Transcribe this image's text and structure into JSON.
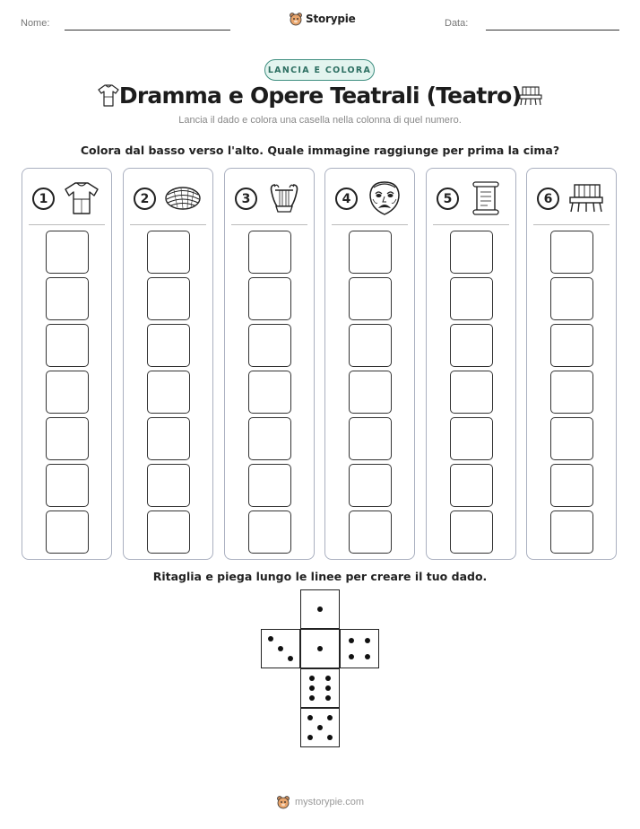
{
  "header": {
    "name_label": "Nome:",
    "date_label": "Data:",
    "brand": "Storypie"
  },
  "badge": "LANCIA E COLORA",
  "title": "Dramma e Opere Teatrali (Teatro)",
  "subtitle": "Lancia il dado e colora una casella nella colonna di quel numero.",
  "instruction": "Colora dal basso verso l'alto. Quale immagine raggiunge per prima la cima?",
  "columns": [
    {
      "number": "1",
      "icon": "tunic-icon",
      "boxes": 7
    },
    {
      "number": "2",
      "icon": "basket-icon",
      "boxes": 7
    },
    {
      "number": "3",
      "icon": "lyre-icon",
      "boxes": 7
    },
    {
      "number": "4",
      "icon": "theatre-mask-icon",
      "boxes": 7
    },
    {
      "number": "5",
      "icon": "scroll-icon",
      "boxes": 7
    },
    {
      "number": "6",
      "icon": "stage-bench-icon",
      "boxes": 7
    }
  ],
  "cut_instruction": "Ritaglia e piega lungo le linee per creare il tuo dado.",
  "die_faces": [
    1,
    3,
    1,
    4,
    6,
    5
  ],
  "footer": "mystorypie.com",
  "colors": {
    "badge_border": "#3f8f80",
    "badge_bg": "#e3f4ef",
    "column_border": "#aab0c0"
  }
}
